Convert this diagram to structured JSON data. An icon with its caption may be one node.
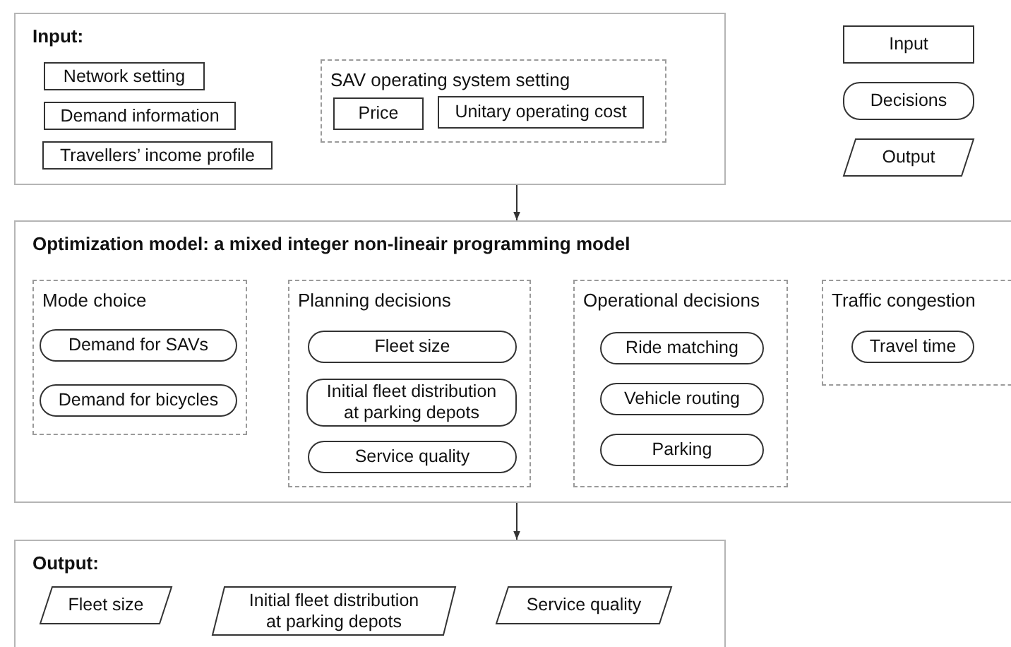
{
  "diagram": {
    "nodes": [
      {
        "text": [
          "Input:"
        ]
      },
      {
        "text": [
          "Network setting"
        ],
        "in": 0
      },
      {
        "text": [
          "Demand information"
        ],
        "in": 0
      },
      {
        "text": [
          "Travellers’ income profile"
        ],
        "in": 0
      },
      {
        "text": [
          "SAV operating system setting"
        ],
        "in": 0
      },
      {
        "text": [
          "Price"
        ],
        "in": 4
      },
      {
        "text": [
          "Unitary operating cost"
        ],
        "in": 4
      },
      {
        "text": [
          "Input"
        ]
      },
      {
        "text": [
          "Decisions"
        ]
      },
      {
        "text": [
          "Output"
        ]
      },
      {
        "text": [
          "Optimization model: a mixed integer non-lineair programming model"
        ]
      },
      {
        "text": [
          "Mode choice"
        ],
        "in": 10
      },
      {
        "text": [
          "Demand for SAVs"
        ],
        "in": 11
      },
      {
        "text": [
          "Demand for bicycles"
        ],
        "in": 11
      },
      {
        "text": [
          "Planning decisions"
        ],
        "in": 10
      },
      {
        "text": [
          "Fleet size"
        ],
        "in": 14
      },
      {
        "text": [
          "Initial fleet distribution at parking depots"
        ],
        "in": 14
      },
      {
        "text": [
          "Service quality"
        ],
        "in": 14
      },
      {
        "text": [
          "Operational decisions"
        ],
        "in": 10
      },
      {
        "text": [
          "Ride matching"
        ],
        "in": 18
      },
      {
        "text": [
          "Vehicle routing"
        ],
        "in": 18
      },
      {
        "text": [
          "Parking"
        ],
        "in": 18
      },
      {
        "text": [
          "Traffic congestion"
        ],
        "in": 10
      },
      {
        "text": [
          "Travel time"
        ],
        "in": 22
      },
      {
        "text": [
          "Output:"
        ]
      },
      {
        "text": [
          "Fleet size"
        ],
        "in": 24
      },
      {
        "text": [
          "Initial fleet distribution at parking depots"
        ],
        "in": 24
      },
      {
        "text": [
          "Service quality"
        ],
        "in": 24
      }
    ],
    "edges": [
      {
        "from": 0,
        "to": 10,
        "arrow": "to"
      },
      {
        "from": 10,
        "to": 24,
        "arrow": "to"
      }
    ]
  }
}
